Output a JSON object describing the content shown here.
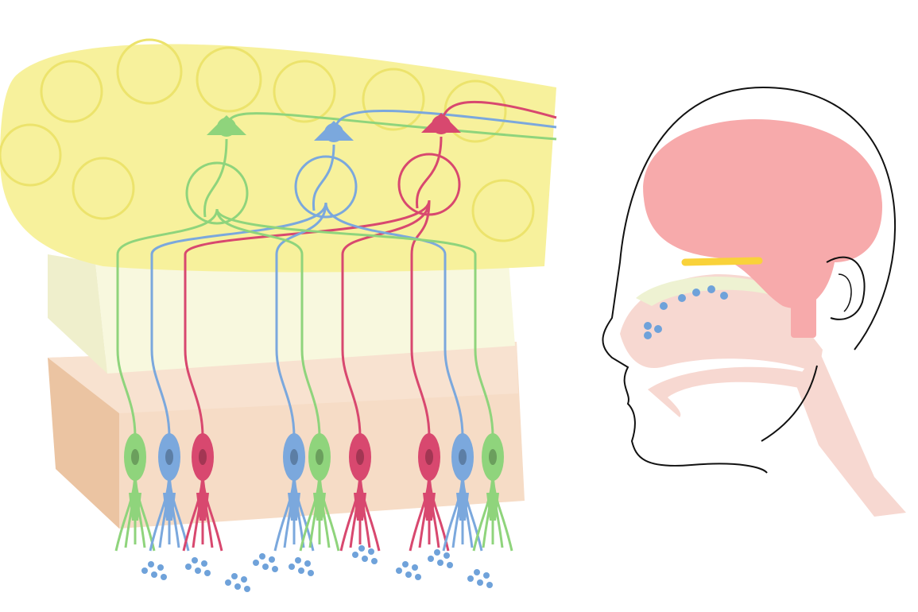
{
  "colors": {
    "bulb": "#f7f19c",
    "glomerulus_stroke": "#ece36c",
    "cribriform": "#f7f7dd",
    "epithelium_front": "#f6dcc6",
    "epithelium_side": "#ebc4a2",
    "green": "#8fd47c",
    "blue": "#7ba8dd",
    "red": "#d8486f",
    "odor": "#6fa2da",
    "brain": "#f7aaab",
    "nasal": "#f7d8d1",
    "head_outline": "#111111",
    "olfactory_bulb_head": "#f9d23a"
  },
  "neurons": [
    {
      "color": "green",
      "glomerulus": 0
    },
    {
      "color": "blue",
      "glomerulus": 1
    },
    {
      "color": "red",
      "glomerulus": 2
    },
    {
      "color": "blue",
      "glomerulus": 1
    },
    {
      "color": "green",
      "glomerulus": 0
    },
    {
      "color": "red",
      "glomerulus": 2
    },
    {
      "color": "red",
      "glomerulus": 2
    },
    {
      "color": "blue",
      "glomerulus": 1
    },
    {
      "color": "green",
      "glomerulus": 0
    }
  ]
}
